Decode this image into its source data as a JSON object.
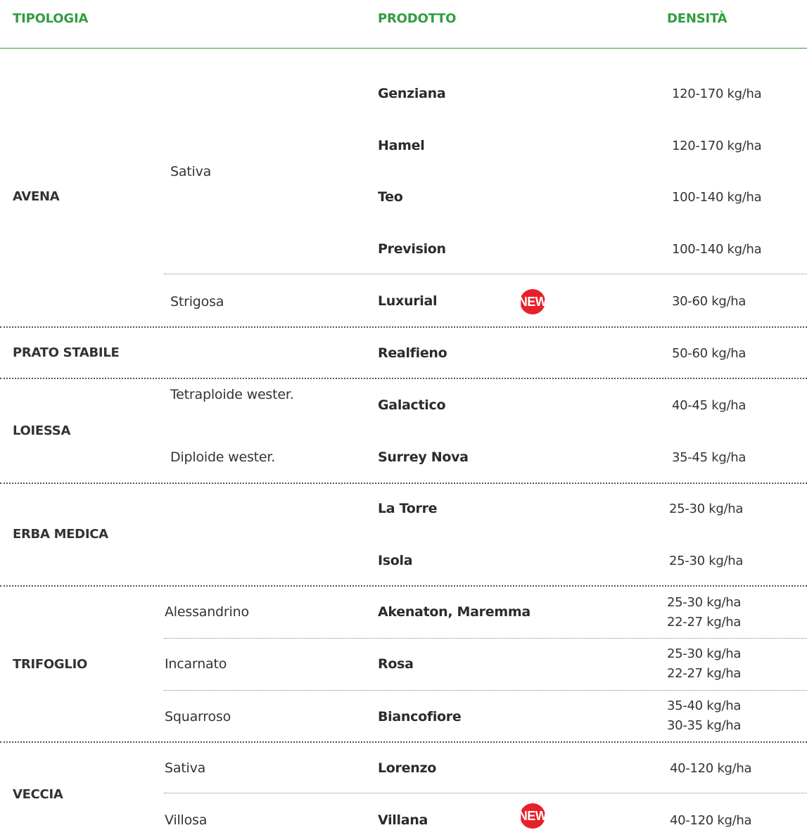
{
  "headers": {
    "tipologia": "TIPOLOGIA",
    "prodotto": "PRODOTTO",
    "densita": "DENSITÀ"
  },
  "badge_label": "NEW",
  "colors": {
    "header_green": "#2f9e3e",
    "badge_red": "#e8202a"
  },
  "groups": {
    "avena": {
      "name": "AVENA",
      "sativa": {
        "name": "Sativa",
        "products": [
          {
            "name": "Genziana",
            "density": "120-170 kg/ha"
          },
          {
            "name": "Hamel",
            "density": "120-170 kg/ha"
          },
          {
            "name": "Teo",
            "density": "100-140 kg/ha"
          },
          {
            "name": "Prevision",
            "density": "100-140 kg/ha"
          }
        ]
      },
      "strigosa": {
        "name": "Strigosa",
        "products": [
          {
            "name": "Luxurial",
            "density": "30-60 kg/ha",
            "is_new": true
          }
        ]
      }
    },
    "prato": {
      "name": "PRATO STABILE",
      "products": [
        {
          "name": "Realfieno",
          "density": "50-60 kg/ha"
        }
      ]
    },
    "loiessa": {
      "name": "LOIESSA",
      "tetra": {
        "name": "Tetraploide wester.",
        "product": "Galactico",
        "density": "40-45 kg/ha"
      },
      "diplo": {
        "name": "Diploide wester.",
        "product": "Surrey Nova",
        "density": "35-45 kg/ha"
      }
    },
    "erba": {
      "name": "ERBA MEDICA",
      "products": [
        {
          "name": "La Torre",
          "density": "25-30 kg/ha"
        },
        {
          "name": "Isola",
          "density": "25-30 kg/ha"
        }
      ]
    },
    "trifoglio": {
      "name": "TRIFOGLIO",
      "rows": [
        {
          "sub": "Alessandrino",
          "product": "Akenaton, Maremma",
          "density": [
            "25-30 kg/ha",
            "22-27 kg/ha"
          ]
        },
        {
          "sub": "Incarnato",
          "product": "Rosa",
          "density": [
            "25-30 kg/ha",
            "22-27 kg/ha"
          ]
        },
        {
          "sub": "Squarroso",
          "product": "Biancofiore",
          "density": [
            "35-40 kg/ha",
            "30-35 kg/ha"
          ]
        }
      ]
    },
    "veccia": {
      "name": "VECCIA",
      "rows": [
        {
          "sub": "Sativa",
          "product": "Lorenzo",
          "density": "40-120 kg/ha"
        },
        {
          "sub": "Villosa",
          "product": "Villana",
          "density": "40-120 kg/ha",
          "is_new": true
        }
      ]
    }
  }
}
